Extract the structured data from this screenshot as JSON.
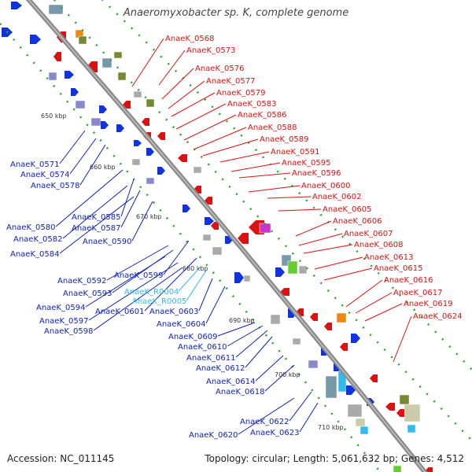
{
  "title": "Anaeromyxobacter sp. K, complete genome",
  "footer": {
    "accession": "Accession: NC_011145",
    "summary": "Topology: circular; Length: 5,061,632 bp; Genes: 4,512"
  },
  "colors": {
    "reverse_label": "#dd1111",
    "forward_label": "#1122bb",
    "rna_label": "#33bbee",
    "backbone": "#888888",
    "tick_dot": "#22aa22"
  },
  "ticks": [
    "650 kbp",
    "660 kbp",
    "670 kbp",
    "680 kbp",
    "690 kbp",
    "700 kbp",
    "710 kbp"
  ],
  "reverse_genes": [
    "AnaeK_0568",
    "AnaeK_0573",
    "AnaeK_0576",
    "AnaeK_0577",
    "AnaeK_0579",
    "AnaeK_0583",
    "AnaeK_0586",
    "AnaeK_0588",
    "AnaeK_0589",
    "AnaeK_0591",
    "AnaeK_0595",
    "AnaeK_0596",
    "AnaeK_0600",
    "AnaeK_0602",
    "AnaeK_0605",
    "AnaeK_0606",
    "AnaeK_0607",
    "AnaeK_0608",
    "AnaeK_0613",
    "AnaeK_0615",
    "AnaeK_0616",
    "AnaeK_0617",
    "AnaeK_0619",
    "AnaeK_0624"
  ],
  "forward_genes": [
    "AnaeK_0571",
    "AnaeK_0574",
    "AnaeK_0578",
    "AnaeK_0580",
    "AnaeK_0585",
    "AnaeK_0582",
    "AnaeK_0587",
    "AnaeK_0584",
    "AnaeK_0590",
    "AnaeK_0599",
    "AnaeK_0592",
    "AnaeK_0593",
    "AnaeK_0594",
    "AnaeK_0601",
    "AnaeK_0597",
    "AnaeK_0598",
    "AnaeK_0603",
    "AnaeK_0604",
    "AnaeK_0609",
    "AnaeK_0610",
    "AnaeK_0611",
    "AnaeK_0612",
    "AnaeK_0614",
    "AnaeK_0618",
    "AnaeK_0622",
    "AnaeK_0623",
    "AnaeK_0620"
  ],
  "rna_genes": [
    "AnaeK_R0004",
    "AnaeK_R0005"
  ]
}
